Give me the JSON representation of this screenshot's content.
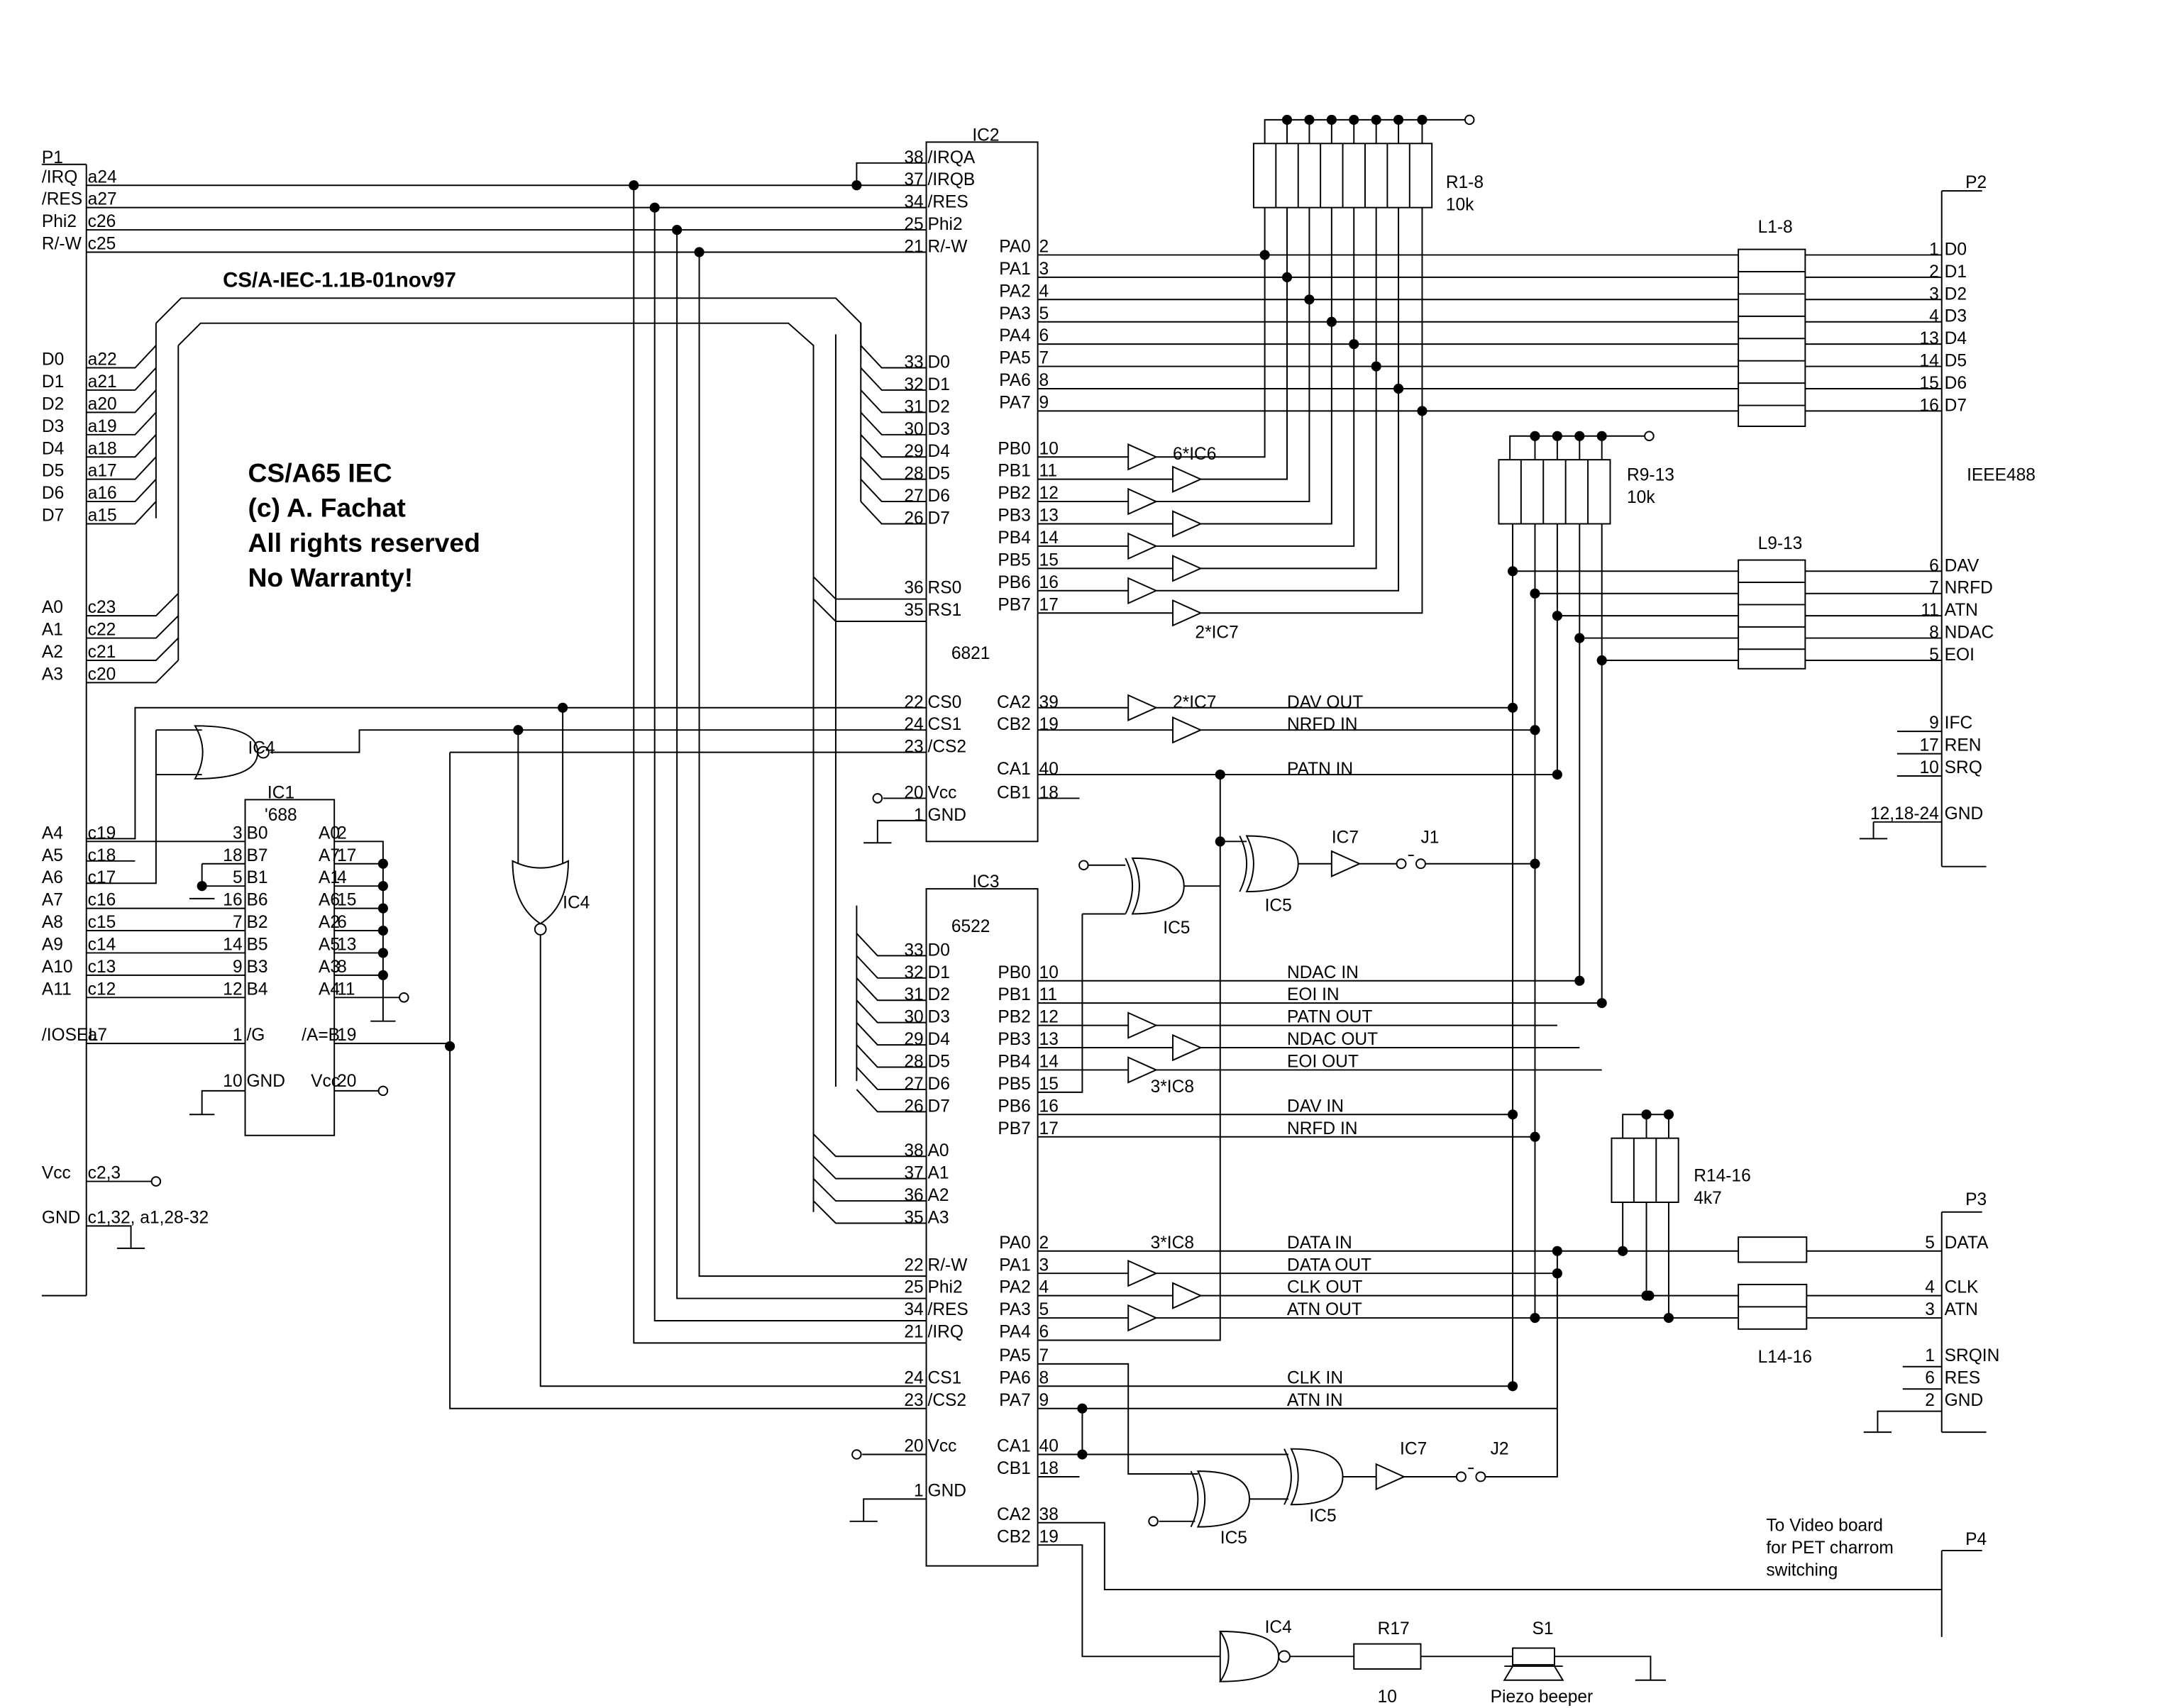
{
  "title": "CS/A-IEC-1.1B-01nov97",
  "notice": [
    "CS/A65 IEC",
    "(c) A. Fachat",
    "All rights reserved",
    "No Warranty!"
  ],
  "p1": {
    "ref": "P1",
    "pins": [
      {
        "sig": "/IRQ",
        "pin": "a24"
      },
      {
        "sig": "/RES",
        "pin": "a27"
      },
      {
        "sig": "Phi2",
        "pin": "c26"
      },
      {
        "sig": "R/-W",
        "pin": "c25"
      },
      {
        "sig": "D0",
        "pin": "a22"
      },
      {
        "sig": "D1",
        "pin": "a21"
      },
      {
        "sig": "D2",
        "pin": "a20"
      },
      {
        "sig": "D3",
        "pin": "a19"
      },
      {
        "sig": "D4",
        "pin": "a18"
      },
      {
        "sig": "D5",
        "pin": "a17"
      },
      {
        "sig": "D6",
        "pin": "a16"
      },
      {
        "sig": "D7",
        "pin": "a15"
      },
      {
        "sig": "A0",
        "pin": "c23"
      },
      {
        "sig": "A1",
        "pin": "c22"
      },
      {
        "sig": "A2",
        "pin": "c21"
      },
      {
        "sig": "A3",
        "pin": "c20"
      },
      {
        "sig": "A4",
        "pin": "c19"
      },
      {
        "sig": "A5",
        "pin": "c18"
      },
      {
        "sig": "A6",
        "pin": "c17"
      },
      {
        "sig": "A7",
        "pin": "c16"
      },
      {
        "sig": "A8",
        "pin": "c15"
      },
      {
        "sig": "A9",
        "pin": "c14"
      },
      {
        "sig": "A10",
        "pin": "c13"
      },
      {
        "sig": "A11",
        "pin": "c12"
      },
      {
        "sig": "/IOSEL",
        "pin": "a7"
      },
      {
        "sig": "Vcc",
        "pin": "c2,3"
      },
      {
        "sig": "GND",
        "pin": "c1,32, a1,28-32"
      }
    ]
  },
  "ic1": {
    "ref": "IC1",
    "type": "'688",
    "left": [
      {
        "num": "3",
        "name": "B0"
      },
      {
        "num": "18",
        "name": "B7"
      },
      {
        "num": "5",
        "name": "B1"
      },
      {
        "num": "16",
        "name": "B6"
      },
      {
        "num": "7",
        "name": "B2"
      },
      {
        "num": "14",
        "name": "B5"
      },
      {
        "num": "9",
        "name": "B3"
      },
      {
        "num": "12",
        "name": "B4"
      },
      {
        "num": "1",
        "name": "/G"
      },
      {
        "num": "10",
        "name": "GND"
      }
    ],
    "right": [
      {
        "num": "2",
        "name": "A0"
      },
      {
        "num": "17",
        "name": "A7"
      },
      {
        "num": "4",
        "name": "A1"
      },
      {
        "num": "15",
        "name": "A6"
      },
      {
        "num": "6",
        "name": "A2"
      },
      {
        "num": "13",
        "name": "A5"
      },
      {
        "num": "8",
        "name": "A3"
      },
      {
        "num": "11",
        "name": "A4"
      },
      {
        "num": "19",
        "name": "/A=B"
      },
      {
        "num": "20",
        "name": "Vcc"
      }
    ]
  },
  "ic2": {
    "ref": "IC2",
    "type": "6821",
    "left": [
      {
        "num": "38",
        "name": "/IRQA"
      },
      {
        "num": "37",
        "name": "/IRQB"
      },
      {
        "num": "34",
        "name": "/RES"
      },
      {
        "num": "25",
        "name": "Phi2"
      },
      {
        "num": "21",
        "name": "R/-W"
      },
      {
        "num": "33",
        "name": "D0"
      },
      {
        "num": "32",
        "name": "D1"
      },
      {
        "num": "31",
        "name": "D2"
      },
      {
        "num": "30",
        "name": "D3"
      },
      {
        "num": "29",
        "name": "D4"
      },
      {
        "num": "28",
        "name": "D5"
      },
      {
        "num": "27",
        "name": "D6"
      },
      {
        "num": "26",
        "name": "D7"
      },
      {
        "num": "36",
        "name": "RS0"
      },
      {
        "num": "35",
        "name": "RS1"
      },
      {
        "num": "22",
        "name": "CS0"
      },
      {
        "num": "24",
        "name": "CS1"
      },
      {
        "num": "23",
        "name": "/CS2"
      },
      {
        "num": "20",
        "name": "Vcc"
      },
      {
        "num": "1",
        "name": "GND"
      }
    ],
    "right": [
      {
        "num": "2",
        "name": "PA0"
      },
      {
        "num": "3",
        "name": "PA1"
      },
      {
        "num": "4",
        "name": "PA2"
      },
      {
        "num": "5",
        "name": "PA3"
      },
      {
        "num": "6",
        "name": "PA4"
      },
      {
        "num": "7",
        "name": "PA5"
      },
      {
        "num": "8",
        "name": "PA6"
      },
      {
        "num": "9",
        "name": "PA7"
      },
      {
        "num": "10",
        "name": "PB0"
      },
      {
        "num": "11",
        "name": "PB1"
      },
      {
        "num": "12",
        "name": "PB2"
      },
      {
        "num": "13",
        "name": "PB3"
      },
      {
        "num": "14",
        "name": "PB4"
      },
      {
        "num": "15",
        "name": "PB5"
      },
      {
        "num": "16",
        "name": "PB6"
      },
      {
        "num": "17",
        "name": "PB7"
      },
      {
        "num": "39",
        "name": "CA2"
      },
      {
        "num": "19",
        "name": "CB2"
      },
      {
        "num": "40",
        "name": "CA1"
      },
      {
        "num": "18",
        "name": "CB1"
      }
    ]
  },
  "ic3": {
    "ref": "IC3",
    "type": "6522",
    "left": [
      {
        "num": "33",
        "name": "D0"
      },
      {
        "num": "32",
        "name": "D1"
      },
      {
        "num": "31",
        "name": "D2"
      },
      {
        "num": "30",
        "name": "D3"
      },
      {
        "num": "29",
        "name": "D4"
      },
      {
        "num": "28",
        "name": "D5"
      },
      {
        "num": "27",
        "name": "D6"
      },
      {
        "num": "26",
        "name": "D7"
      },
      {
        "num": "38",
        "name": "A0"
      },
      {
        "num": "37",
        "name": "A1"
      },
      {
        "num": "36",
        "name": "A2"
      },
      {
        "num": "35",
        "name": "A3"
      },
      {
        "num": "22",
        "name": "R/-W"
      },
      {
        "num": "25",
        "name": "Phi2"
      },
      {
        "num": "34",
        "name": "/RES"
      },
      {
        "num": "21",
        "name": "/IRQ"
      },
      {
        "num": "24",
        "name": "CS1"
      },
      {
        "num": "23",
        "name": "/CS2"
      },
      {
        "num": "20",
        "name": "Vcc"
      },
      {
        "num": "1",
        "name": "GND"
      }
    ],
    "right": [
      {
        "num": "10",
        "name": "PB0"
      },
      {
        "num": "11",
        "name": "PB1"
      },
      {
        "num": "12",
        "name": "PB2"
      },
      {
        "num": "13",
        "name": "PB3"
      },
      {
        "num": "14",
        "name": "PB4"
      },
      {
        "num": "15",
        "name": "PB5"
      },
      {
        "num": "16",
        "name": "PB6"
      },
      {
        "num": "17",
        "name": "PB7"
      },
      {
        "num": "2",
        "name": "PA0"
      },
      {
        "num": "3",
        "name": "PA1"
      },
      {
        "num": "4",
        "name": "PA2"
      },
      {
        "num": "5",
        "name": "PA3"
      },
      {
        "num": "6",
        "name": "PA4"
      },
      {
        "num": "7",
        "name": "PA5"
      },
      {
        "num": "8",
        "name": "PA6"
      },
      {
        "num": "9",
        "name": "PA7"
      },
      {
        "num": "40",
        "name": "CA1"
      },
      {
        "num": "18",
        "name": "CB1"
      },
      {
        "num": "38",
        "name": "CA2"
      },
      {
        "num": "19",
        "name": "CB2"
      }
    ]
  },
  "gate_labels": {
    "ic6": "6*IC6",
    "ic7_pb": "2*IC7",
    "ic7_ca": "2*IC7",
    "ic8_pb": "3*IC8",
    "ic8_pa": "3*IC8",
    "ic4": "IC4",
    "ic5": "IC5",
    "ic7": "IC7"
  },
  "nets": {
    "ic2": [
      "DAV OUT",
      "NRFD IN",
      "PATN IN"
    ],
    "ic3_pb": [
      "NDAC IN",
      "EOI IN",
      "PATN OUT",
      "NDAC OUT",
      "EOI OUT",
      "DAV IN",
      "NRFD IN"
    ],
    "ic3_pa": [
      "DATA IN",
      "DATA OUT",
      "CLK OUT",
      "ATN OUT",
      "CLK IN",
      "ATN IN"
    ]
  },
  "jumpers": [
    "J1",
    "J2"
  ],
  "resistors": {
    "r1_8": {
      "ref": "R1-8",
      "value": "10k"
    },
    "r9_13": {
      "ref": "R9-13",
      "value": "10k"
    },
    "r14_16": {
      "ref": "R14-16",
      "value": "4k7"
    },
    "r17": {
      "ref": "R17",
      "value": "10"
    }
  },
  "inductors": {
    "l1_8": "L1-8",
    "l9_13": "L9-13",
    "l14_16": "L14-16"
  },
  "p2": {
    "ref": "P2",
    "label": "IEEE488",
    "pins": [
      {
        "num": "1",
        "sig": "D0"
      },
      {
        "num": "2",
        "sig": "D1"
      },
      {
        "num": "3",
        "sig": "D2"
      },
      {
        "num": "4",
        "sig": "D3"
      },
      {
        "num": "13",
        "sig": "D4"
      },
      {
        "num": "14",
        "sig": "D5"
      },
      {
        "num": "15",
        "sig": "D6"
      },
      {
        "num": "16",
        "sig": "D7"
      },
      {
        "num": "6",
        "sig": "DAV"
      },
      {
        "num": "7",
        "sig": "NRFD"
      },
      {
        "num": "11",
        "sig": "ATN"
      },
      {
        "num": "8",
        "sig": "NDAC"
      },
      {
        "num": "5",
        "sig": "EOI"
      },
      {
        "num": "9",
        "sig": "IFC"
      },
      {
        "num": "17",
        "sig": "REN"
      },
      {
        "num": "10",
        "sig": "SRQ"
      },
      {
        "num": "12,18-24",
        "sig": "GND"
      }
    ]
  },
  "p3": {
    "ref": "P3",
    "pins": [
      {
        "num": "5",
        "sig": "DATA"
      },
      {
        "num": "4",
        "sig": "CLK"
      },
      {
        "num": "3",
        "sig": "ATN"
      },
      {
        "num": "1",
        "sig": "SRQIN"
      },
      {
        "num": "6",
        "sig": "RES"
      },
      {
        "num": "2",
        "sig": "GND"
      }
    ]
  },
  "p4": {
    "ref": "P4",
    "note": [
      "To Video board",
      "for PET charrom",
      "switching"
    ]
  },
  "s1": {
    "ref": "S1",
    "label": "Piezo beeper"
  }
}
